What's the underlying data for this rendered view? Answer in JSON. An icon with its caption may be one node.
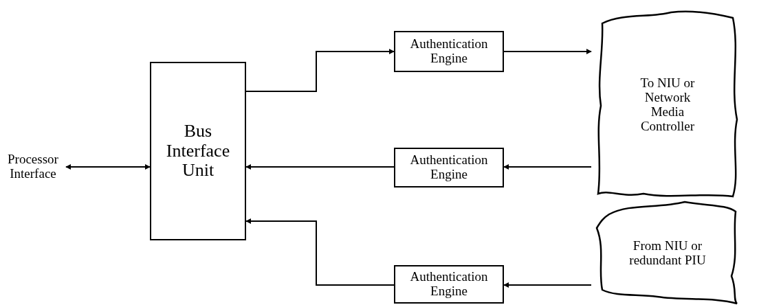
{
  "diagram": {
    "nodes": [
      {
        "text": [
          "Processor Interface"
        ]
      },
      {
        "text": [
          "Bus Interface Unit"
        ]
      },
      {
        "text": [
          "Authentication Engine"
        ]
      },
      {
        "text": [
          "To NIU or Network Media Controller"
        ]
      },
      {
        "text": [
          "Authentication Engine"
        ]
      },
      {
        "text": [
          "Authentication Engine"
        ]
      },
      {
        "text": [
          "From NIU or redundant PIU"
        ]
      }
    ],
    "edges": [
      {
        "from": 0,
        "to": 1,
        "arrow": "both"
      },
      {
        "from": 1,
        "to": 2,
        "arrow": "to"
      },
      {
        "from": 2,
        "to": 3,
        "arrow": "to"
      },
      {
        "from": 4,
        "to": 1,
        "arrow": "to"
      },
      {
        "from": 3,
        "to": 4,
        "arrow": "to"
      },
      {
        "from": 5,
        "to": 1,
        "arrow": "to"
      },
      {
        "from": 6,
        "to": 5,
        "arrow": "to"
      }
    ]
  }
}
